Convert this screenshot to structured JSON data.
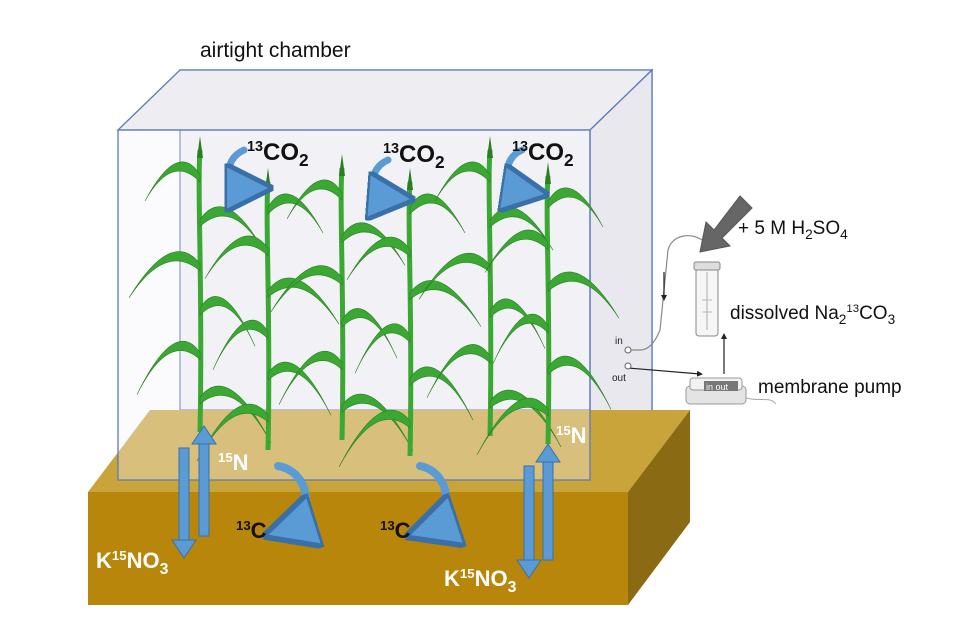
{
  "labels": {
    "chamber": "airtight chamber",
    "co2_1": {
      "sup": "13",
      "main": "CO",
      "sub": "2"
    },
    "co2_2": {
      "sup": "13",
      "main": "CO",
      "sub": "2"
    },
    "co2_3": {
      "sup": "13",
      "main": "CO",
      "sub": "2"
    },
    "n15_left": {
      "sup": "15",
      "main": "N"
    },
    "n15_right": {
      "sup": "15",
      "main": "N"
    },
    "c13_1": {
      "sup": "13",
      "main": "C"
    },
    "c13_2": {
      "sup": "13",
      "main": "C"
    },
    "kno3_left": {
      "pre": "K",
      "sup": "15",
      "main": "NO",
      "sub": "3"
    },
    "kno3_right": {
      "pre": "K",
      "sup": "15",
      "main": "NO",
      "sub": "3"
    },
    "acid": {
      "pre": "+ 5 M H",
      "sub1": "2",
      "mid": "SO",
      "sub2": "4"
    },
    "dissolved": {
      "pre": "dissolved Na",
      "sub": "2",
      "sup": "13",
      "post": "CO",
      "sub2": "3"
    },
    "pump": "membrane pump",
    "pump_in_out": "in out",
    "port_in": "in",
    "port_out": "out"
  },
  "colors": {
    "soil_front": "#b8860b",
    "soil_top": "#c9a43a",
    "soil_side": "#8a6a12",
    "chamber_fill": "#f2f2f4",
    "chamber_edge": "#5a7ab8",
    "arrow_blue": "#5b9bd5",
    "arrow_edge": "#3a70a8",
    "plant": "#3aa832",
    "plant_dark": "#2a7f22",
    "pointer": "#666666"
  }
}
